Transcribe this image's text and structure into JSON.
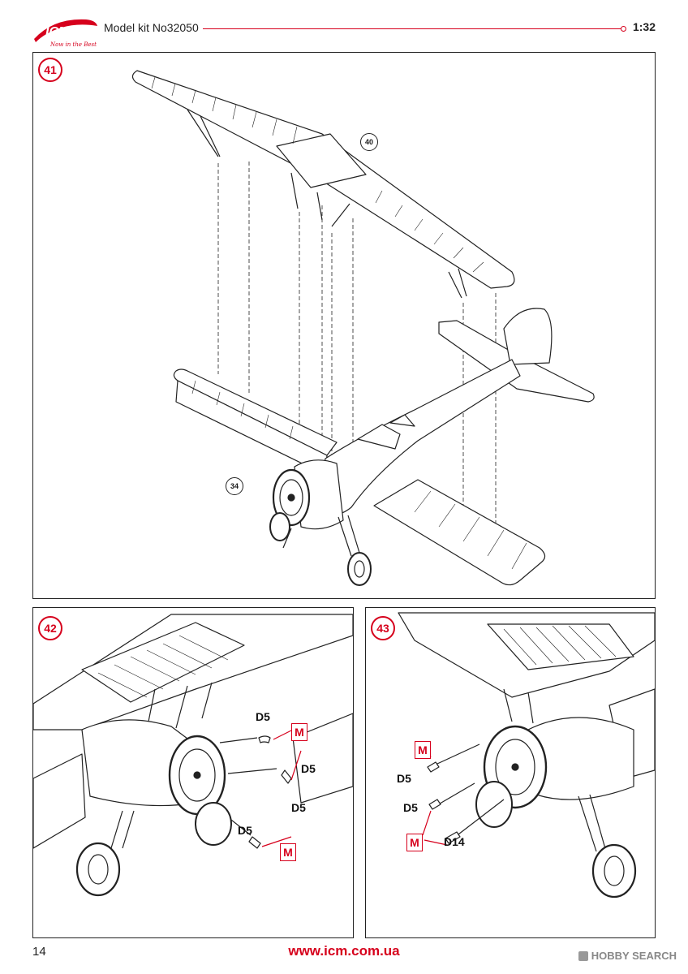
{
  "header": {
    "brand": "ICM",
    "tagline": "Now in the Best",
    "kit": "Model kit No32050",
    "scale": "1:32"
  },
  "panels": [
    {
      "step": "41",
      "refs": [
        "40",
        "34"
      ]
    },
    {
      "step": "42",
      "parts": [
        "D5",
        "D5",
        "D5",
        "D5"
      ],
      "marker": "M"
    },
    {
      "step": "43",
      "parts": [
        "D5",
        "D5",
        "D14"
      ],
      "marker": "M"
    }
  ],
  "footer": {
    "page": "14",
    "website": "www.icm.com.ua",
    "watermark": "HOBBY SEARCH"
  },
  "colors": {
    "accent": "#d6001c",
    "line": "#222222"
  }
}
